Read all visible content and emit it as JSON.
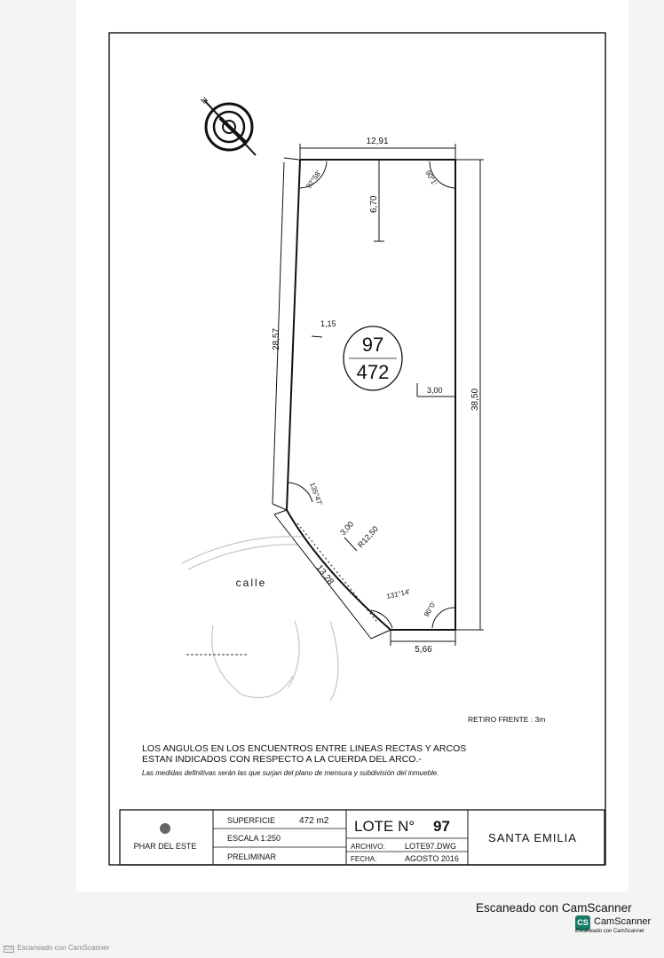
{
  "plan": {
    "lot_number": "97",
    "lot_area": "472",
    "street_label": "calle",
    "dimensions": {
      "top": "12,91",
      "inner_depth": "6,70",
      "left_side": "28,57",
      "left_offset": "1,15",
      "right_offset": "3,00",
      "right_side": "38,50",
      "arc_offset": "3,00",
      "arc_radius": "R12,50",
      "arc_chord": "13,28",
      "bottom": "5,66"
    },
    "angles": {
      "top_left": "92°58'",
      "top_right": "90°1'",
      "arc_top": "135°47'",
      "arc_bottom": "131°14'",
      "bottom_right": "90°0'"
    },
    "setback": "RETIRO FRENTE : 3m"
  },
  "notes": {
    "line1": "LOS ANGULOS EN LOS ENCUENTROS ENTRE LINEAS RECTAS Y ARCOS",
    "line2": "ESTAN INDICADOS CON RESPECTO A LA CUERDA DEL ARCO.-",
    "line3": "Las medidas definitivas serán las que surjan del plano de mensura y subdivisión del inmueble."
  },
  "title_block": {
    "logo_text": "PHAR DEL ESTE",
    "superficie_label": "SUPERFICIE",
    "superficie_value": "472 m2",
    "escala": "ESCALA 1:250",
    "preliminar": "PRELIMINAR",
    "lote_label": "LOTE N°",
    "lote_value": "97",
    "archivo_label": "ARCHIVO:",
    "archivo_value": "LOTE97.DWG",
    "fecha_label": "FECHA:",
    "fecha_value": "AGOSTO 2016",
    "project": "SANTA EMILIA"
  },
  "scanner": {
    "main": "Escaneado con CamScanner",
    "badge": "CS",
    "name": "CamScanner",
    "sub": "Escaneado con CamScanner",
    "watermark_badge": "CS",
    "watermark": "Escaneado con CamScanner"
  },
  "colors": {
    "paper": "#ffffff",
    "ink": "#111111",
    "badge": "#1a7a6a"
  }
}
